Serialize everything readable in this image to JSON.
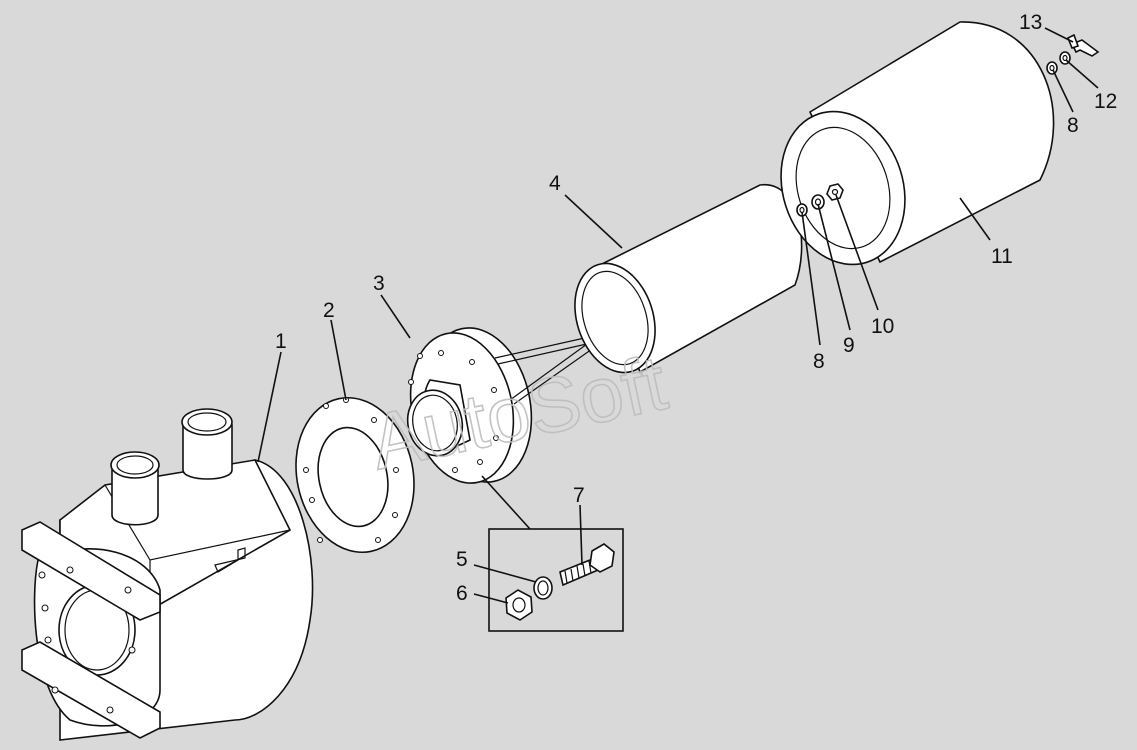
{
  "watermark": "AutoSoft",
  "callouts": [
    {
      "id": "c1",
      "label": "1"
    },
    {
      "id": "c2",
      "label": "2"
    },
    {
      "id": "c3",
      "label": "3"
    },
    {
      "id": "c4",
      "label": "4"
    },
    {
      "id": "c5",
      "label": "5"
    },
    {
      "id": "c6",
      "label": "6"
    },
    {
      "id": "c7",
      "label": "7"
    },
    {
      "id": "c8a",
      "label": "8"
    },
    {
      "id": "c8b",
      "label": "8"
    },
    {
      "id": "c9",
      "label": "9"
    },
    {
      "id": "c10",
      "label": "10"
    },
    {
      "id": "c11",
      "label": "11"
    },
    {
      "id": "c12",
      "label": "12"
    },
    {
      "id": "c13",
      "label": "13"
    }
  ]
}
